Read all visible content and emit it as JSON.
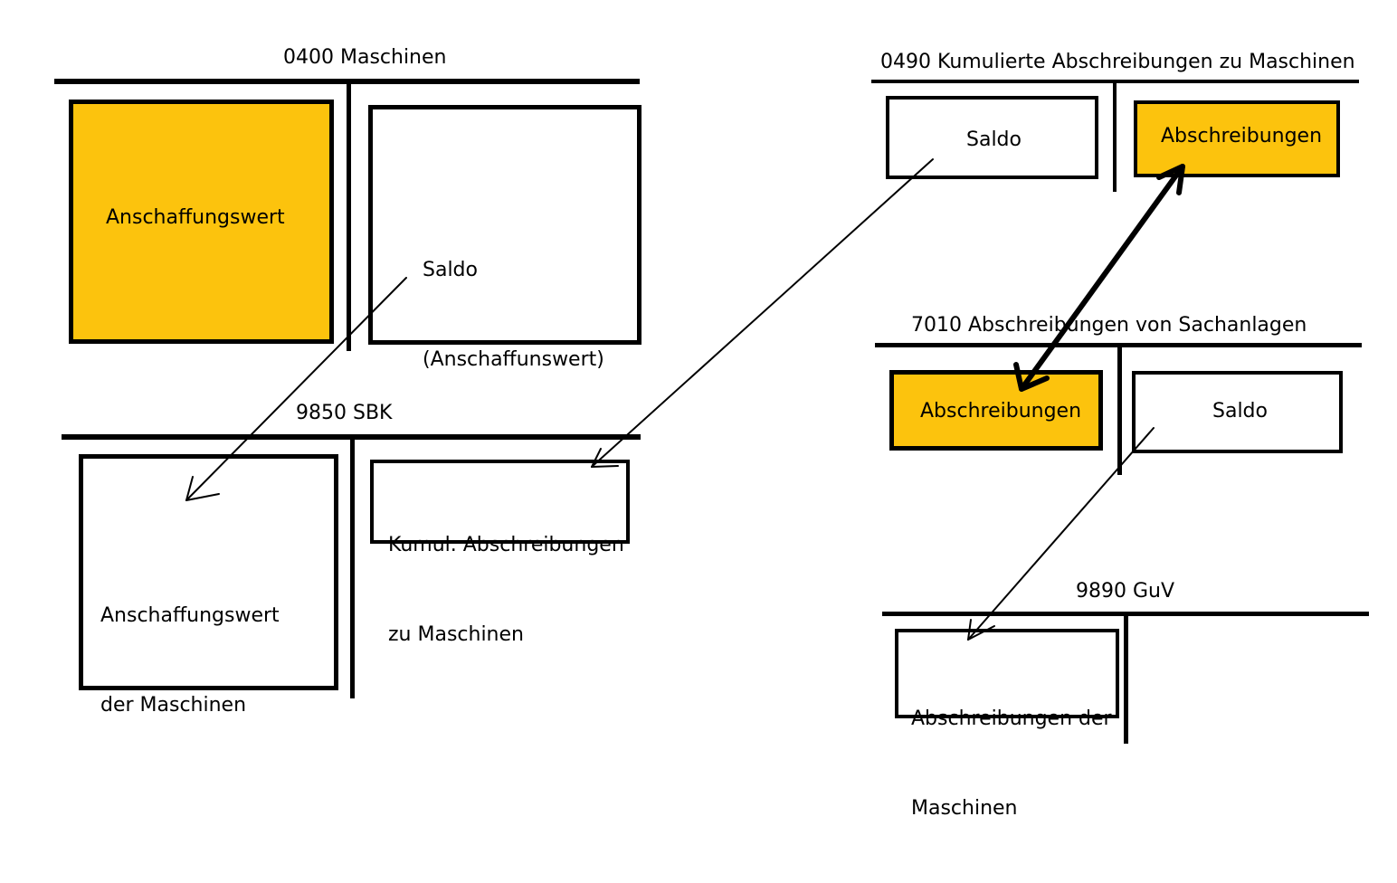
{
  "colors": {
    "accent": "#fcc30d",
    "ink": "#000000",
    "background": "#ffffff"
  },
  "accounts": {
    "maschinen": {
      "title": "0400 Maschinen",
      "debit_label": "Anschaffungswert",
      "credit_label_line1": "Saldo",
      "credit_label_line2": "(Anschaffunswert)"
    },
    "sbk": {
      "title": "9850 SBK",
      "debit_label_line1": "Anschaffungswert",
      "debit_label_line2": "der Maschinen",
      "credit_label_line1": "Kumul. Abschreibungen",
      "credit_label_line2": "zu Maschinen"
    },
    "kumulierte": {
      "title": "0490 Kumulierte Abschreibungen zu Maschinen",
      "debit_label": "Saldo",
      "credit_label": "Abschreibungen"
    },
    "sachanlagen": {
      "title": "7010 Abschreibungen von Sachanlagen",
      "debit_label": "Abschreibungen",
      "credit_label": "Saldo"
    },
    "guv": {
      "title": "9890 GuV",
      "debit_label_line1": "Abschreibungen der",
      "debit_label_line2": "Maschinen"
    }
  }
}
